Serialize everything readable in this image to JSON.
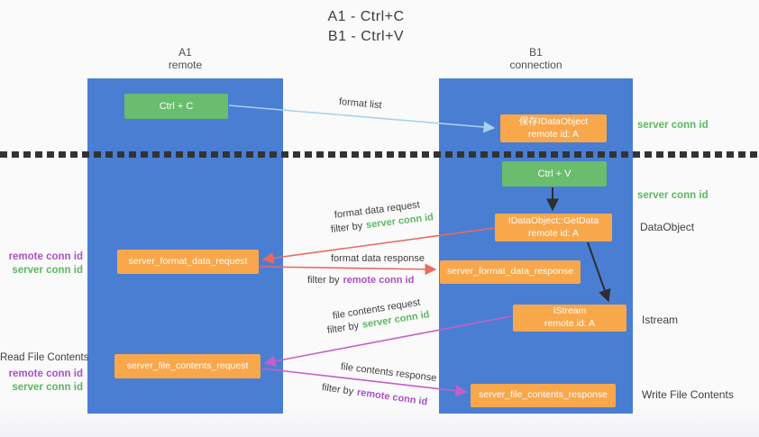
{
  "title": {
    "line1": "A1 - Ctrl+C",
    "line2": "B1 - Ctrl+V"
  },
  "lanes": {
    "a1": {
      "name": "A1",
      "subtitle": "remote"
    },
    "b1": {
      "name": "B1",
      "subtitle": "connection"
    }
  },
  "nodes": {
    "ctrl_c": {
      "label": "Ctrl + C"
    },
    "ctrl_v": {
      "label": "Ctrl + V"
    },
    "save_idataobject": {
      "line1": "保存IDataObject",
      "line2": "remote id: A"
    },
    "idataobject_getdata": {
      "line1": "IDataObject::GetData",
      "line2": "remote id: A"
    },
    "istream": {
      "line1": "IStream",
      "line2": "remote id: A"
    },
    "server_format_data_request": {
      "label": "server_format_data_request"
    },
    "server_format_data_response": {
      "label": "server_format_data_response"
    },
    "server_file_contents_request": {
      "label": "server_file_contents_request"
    },
    "server_file_contents_response": {
      "label": "server_file_contents_response"
    }
  },
  "labels": {
    "format_list": "format list",
    "format_data_request": "format data request",
    "format_data_response": "format data response",
    "file_contents_request": "file contents request",
    "file_contents_response": "file contents response",
    "filter_by": "filter by",
    "server_conn_id": "server conn id",
    "remote_conn_id": "remote conn id",
    "dataobject": "DataObject",
    "istream": "Istream",
    "read_file_contents": "Read File Contents",
    "write_file_contents": "Write File Contents"
  },
  "colors": {
    "lane_blue": "#4a7ed3",
    "action_green": "#69bd6c",
    "message_orange": "#f9a74b",
    "server_conn_green": "#5cb860",
    "remote_conn_purple": "#a852c5",
    "format_arrow_red": "#e96a5f",
    "file_arrow_magenta": "#c45fc8",
    "format_list_blue": "#a6d2ee",
    "black_arrow": "#2e2e2e"
  }
}
